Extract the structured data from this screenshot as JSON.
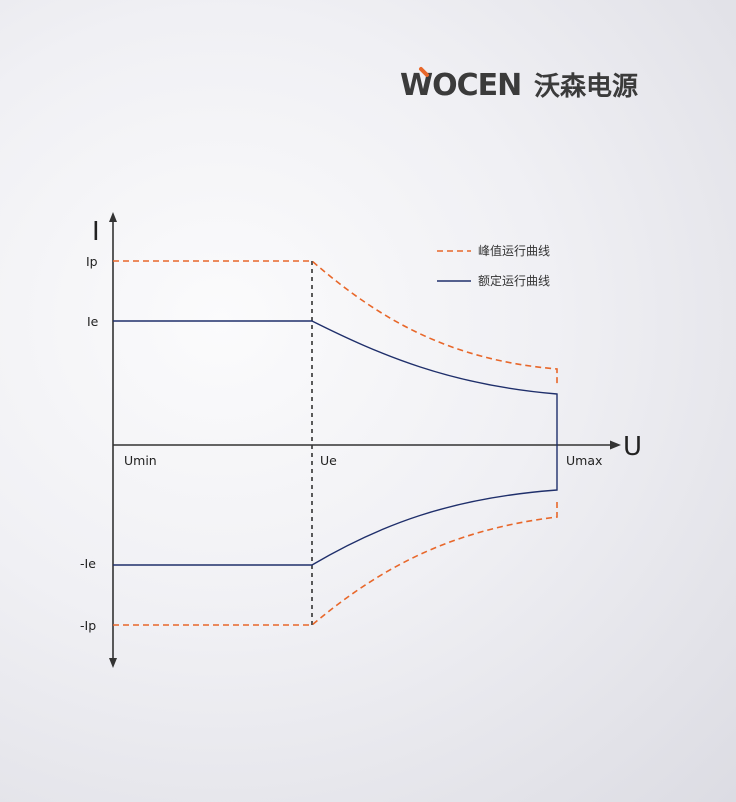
{
  "brand": {
    "latin": "WOCEN",
    "cjk": "沃森电源"
  },
  "axes": {
    "y_label": "I",
    "x_label": "U",
    "y_ticks": [
      "Ip",
      "Ie",
      "-Ie",
      "-Ip"
    ],
    "x_ticks": [
      "Umin",
      "Ue",
      "Umax"
    ]
  },
  "legend": {
    "peak": "峰值运行曲线",
    "rated": "额定运行曲线"
  },
  "colors": {
    "peak": "#e8672a",
    "rated": "#1f2f6b",
    "axis": "#333333",
    "brand_dark": "#3b3b3b",
    "brand_accent": "#e8672a"
  }
}
